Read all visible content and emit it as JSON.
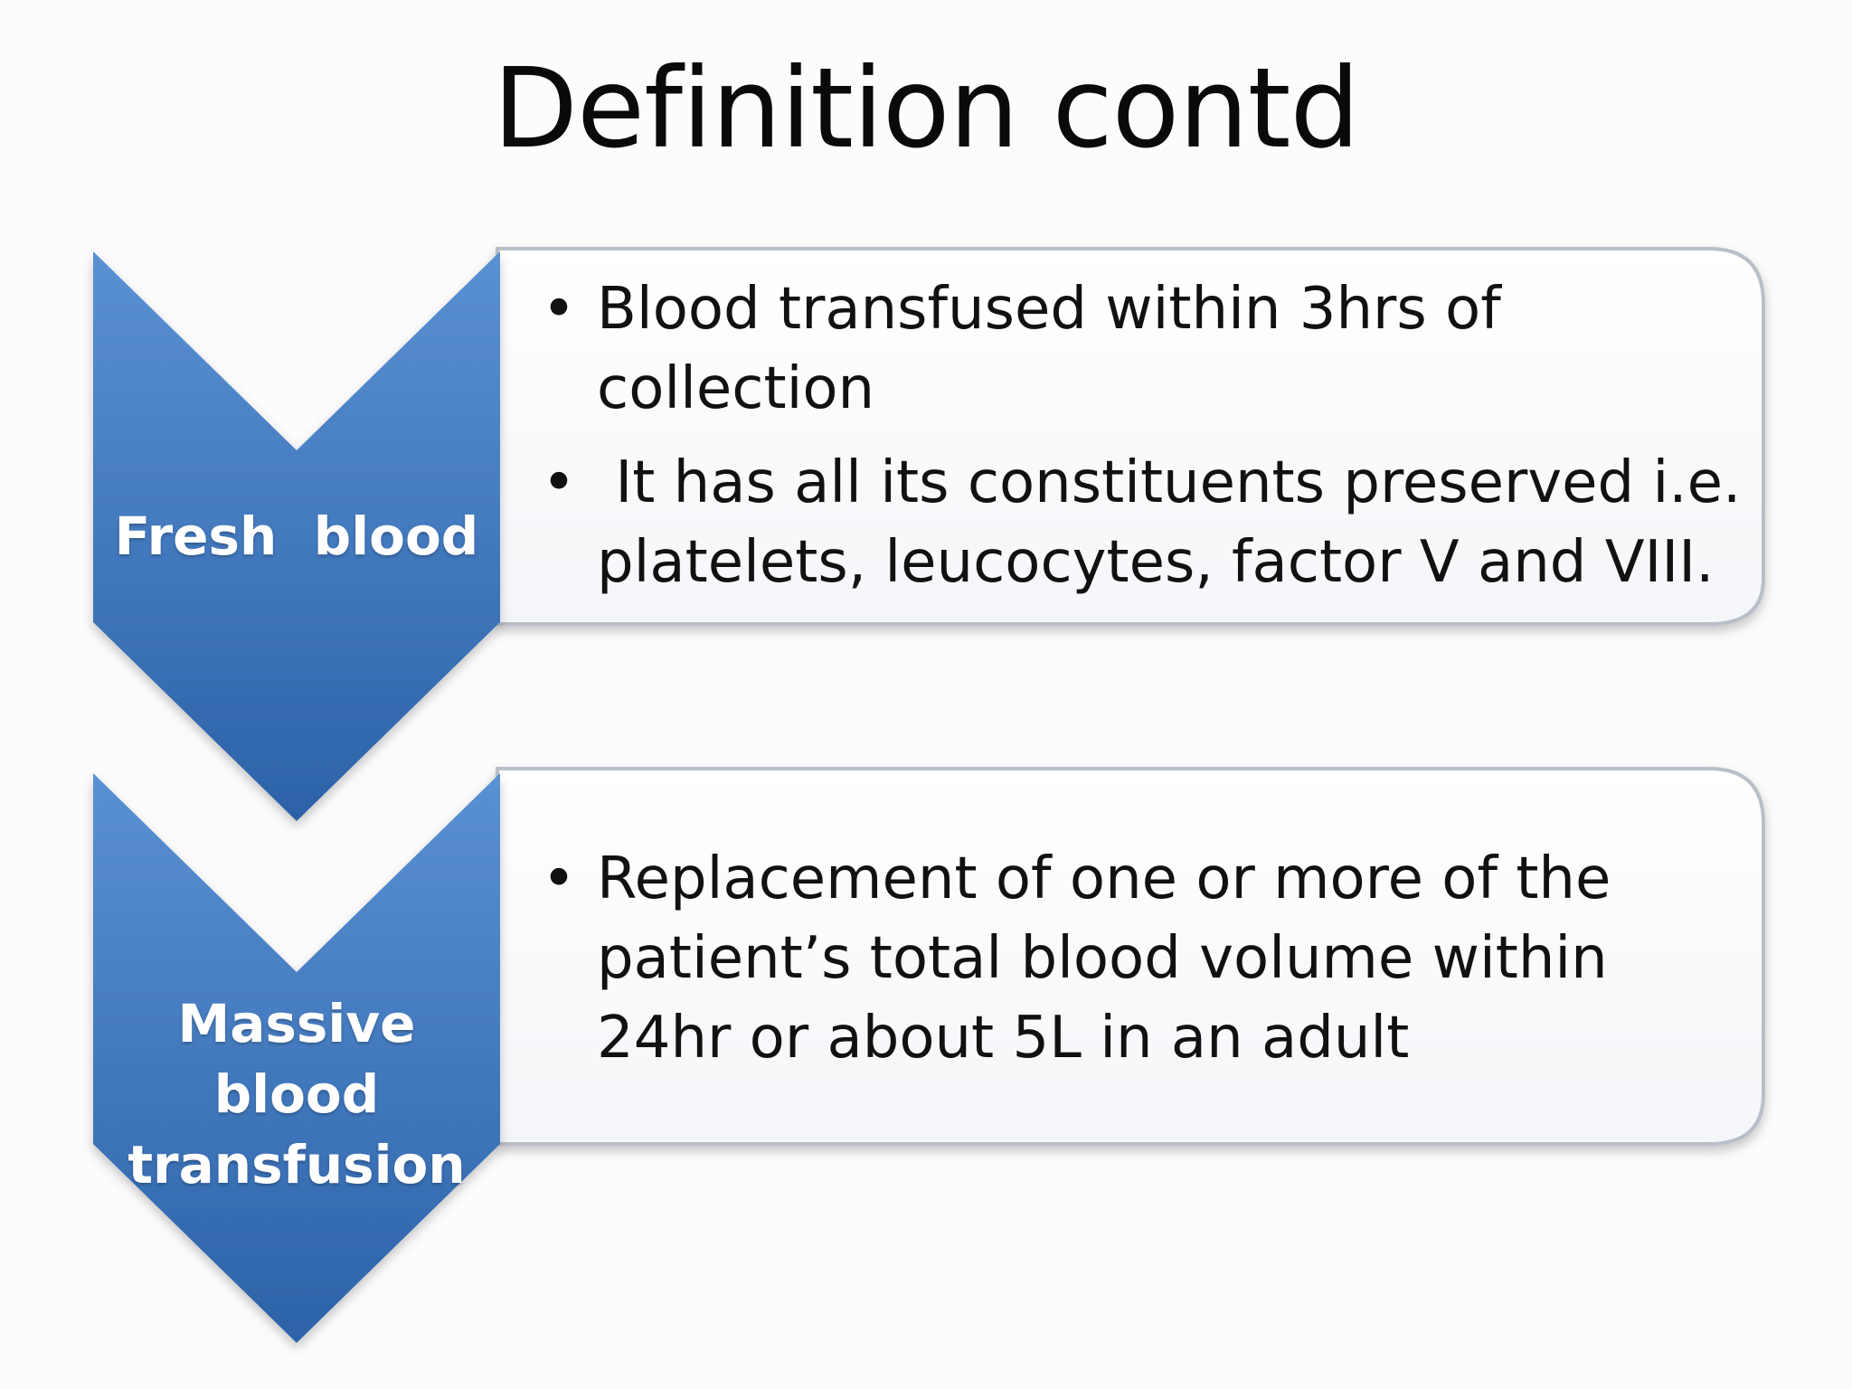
{
  "slide": {
    "title": "Definition contd"
  },
  "colors": {
    "chevron_top": "#5a91d3",
    "chevron_bottom": "#2c62a8",
    "box_fill": "#ffffff",
    "box_border": "#b9bfc8",
    "text": "#111111"
  },
  "steps": [
    {
      "label": "Fresh  blood",
      "bullets": [
        "Blood transfused within 3hrs of collection",
        " It has all its constituents preserved i.e. platelets, leucocytes, factor V and VIII."
      ]
    },
    {
      "label": "Massive blood transfusion",
      "bullets": [
        "Replacement of one or more of the patient’s total blood volume within 24hr or about 5L in an adult"
      ]
    }
  ]
}
